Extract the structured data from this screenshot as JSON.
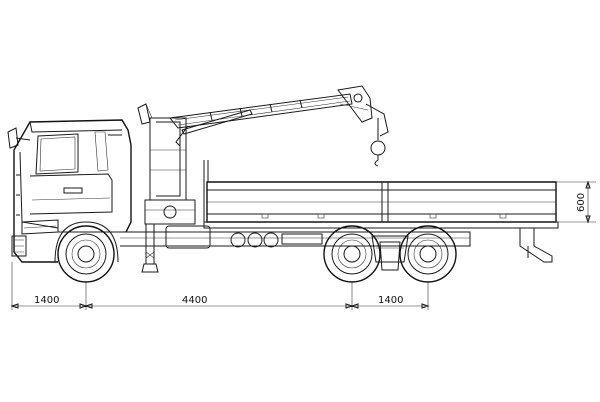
{
  "dimensions": {
    "front_overhang": "1400",
    "wheelbase": "4400",
    "bogie_spacing": "1400",
    "side_height": "600"
  },
  "colors": {
    "line": "#1a1a1a",
    "background": "#ffffff"
  }
}
